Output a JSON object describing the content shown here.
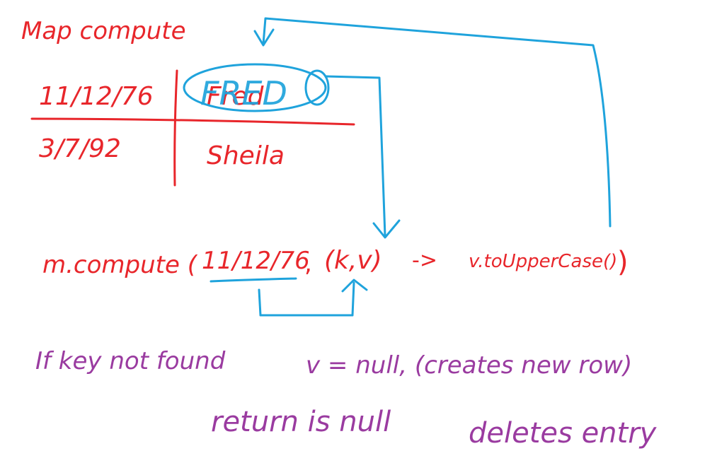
{
  "title": "Map compute",
  "table": {
    "rows": [
      {
        "key": "11/12/76",
        "value": "Fred"
      },
      {
        "key": "3/7/92",
        "value": "Sheila"
      }
    ]
  },
  "overwrite_value": "FRED",
  "code": {
    "prefix": "m.compute (",
    "key_arg": "11/12/76",
    "comma": ",",
    "lambda_params": "(k,v)",
    "arrow": "->",
    "body": "v.toUpperCase()",
    "close": ")"
  },
  "notes": [
    "If key not found",
    "v = null, (creates new row)",
    "return is null",
    "deletes entry"
  ],
  "colors": {
    "red": "#e8262b",
    "blue": "#1fa3dc",
    "purple": "#9a3ba0",
    "background": "#ffffff"
  }
}
